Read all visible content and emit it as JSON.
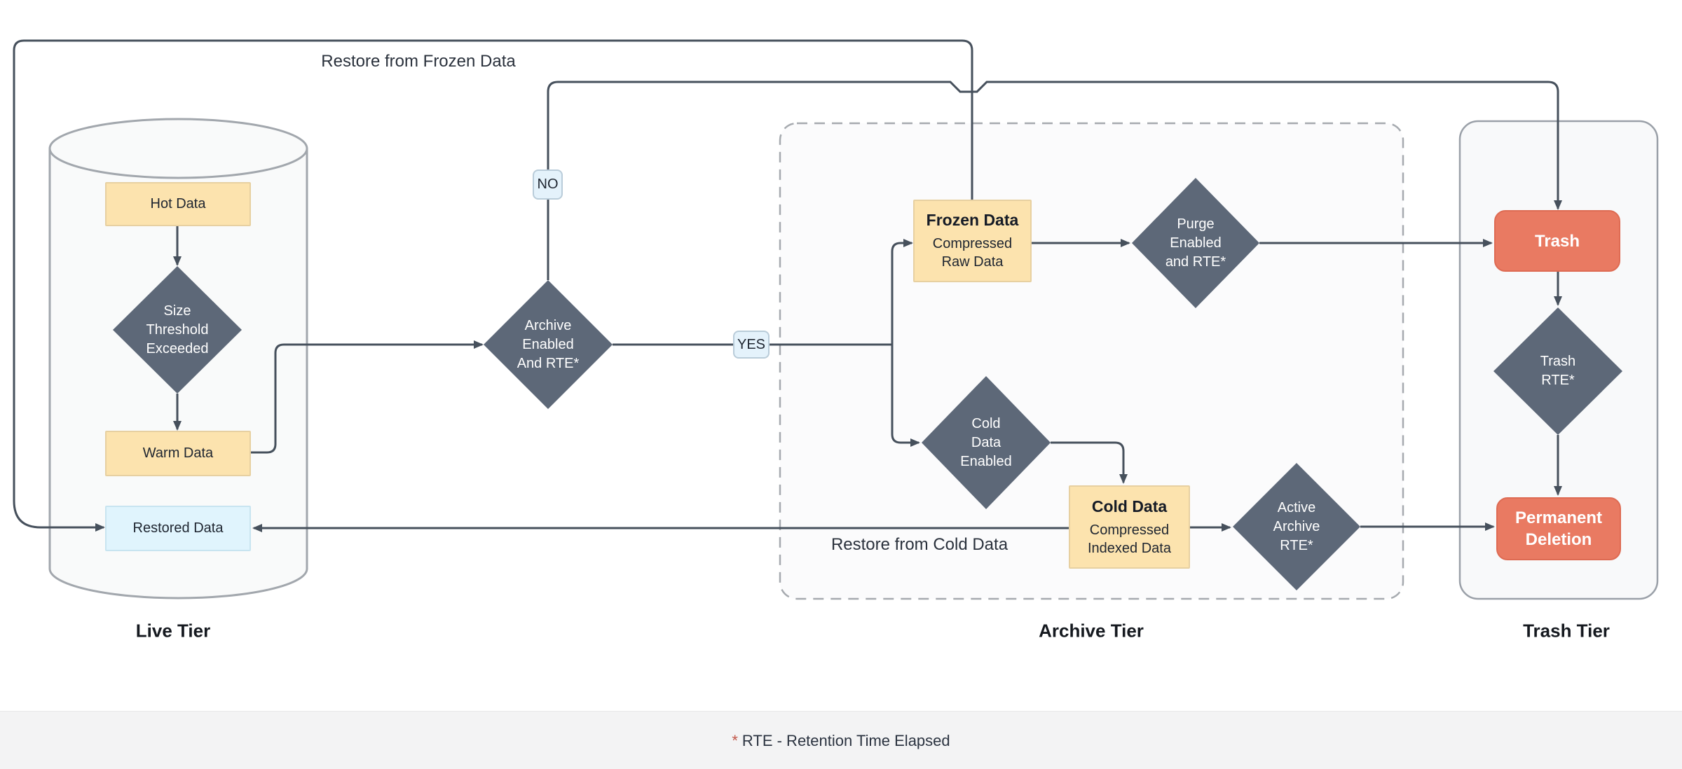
{
  "tiers": {
    "live": "Live Tier",
    "archive": "Archive Tier",
    "trash": "Trash Tier"
  },
  "flow_labels": {
    "restore_frozen": "Restore from Frozen Data",
    "restore_cold": "Restore from Cold Data"
  },
  "badges": {
    "no": "NO",
    "yes": "YES"
  },
  "nodes": {
    "hot": {
      "label": "Hot Data"
    },
    "ste": {
      "lines": [
        "Size",
        "Threshold",
        "Exceeded"
      ]
    },
    "warm": {
      "label": "Warm Data"
    },
    "restored": {
      "label": "Restored Data"
    },
    "archive_enabled": {
      "lines": [
        "Archive",
        "Enabled",
        "And RTE*"
      ]
    },
    "frozen": {
      "title": "Frozen Data",
      "sub": [
        "Compressed",
        "Raw Data"
      ]
    },
    "purge": {
      "lines": [
        "Purge",
        "Enabled",
        "and RTE*"
      ]
    },
    "cold_enabled": {
      "lines": [
        "Cold",
        "Data",
        "Enabled"
      ]
    },
    "cold": {
      "title": "Cold Data",
      "sub": [
        "Compressed",
        "Indexed Data"
      ]
    },
    "active_archive": {
      "lines": [
        "Active",
        "Archive",
        "RTE*"
      ]
    },
    "trash": {
      "label": "Trash"
    },
    "trash_rte": {
      "lines": [
        "Trash",
        "RTE*"
      ]
    },
    "permanent": {
      "lines": [
        "Permanent",
        "Deletion"
      ]
    }
  },
  "footer": {
    "star": "*",
    "note": "RTE - Retention Time Elapsed"
  },
  "colors": {
    "wire": "#46505c",
    "diamond": "#5d6878",
    "amber_fill": "#fce3ae",
    "amber_border": "#e7d0a1",
    "cyan_fill": "#e0f4fd",
    "red_fill": "#e97a62",
    "badge_fill": "#e4f2fb",
    "tier_border": "#9aa0a8",
    "dashed_border": "#a6aaaf",
    "footer_bg": "#f3f3f4",
    "footer_star": "#c25749"
  }
}
